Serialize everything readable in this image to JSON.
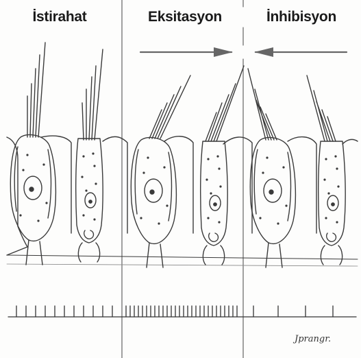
{
  "panels": [
    {
      "key": "rest",
      "title": "İstirahat"
    },
    {
      "key": "excitation",
      "title": "Eksitasyon"
    },
    {
      "key": "inhibition",
      "title": "İnhibisyon"
    }
  ],
  "signature": "Jprangr."
}
